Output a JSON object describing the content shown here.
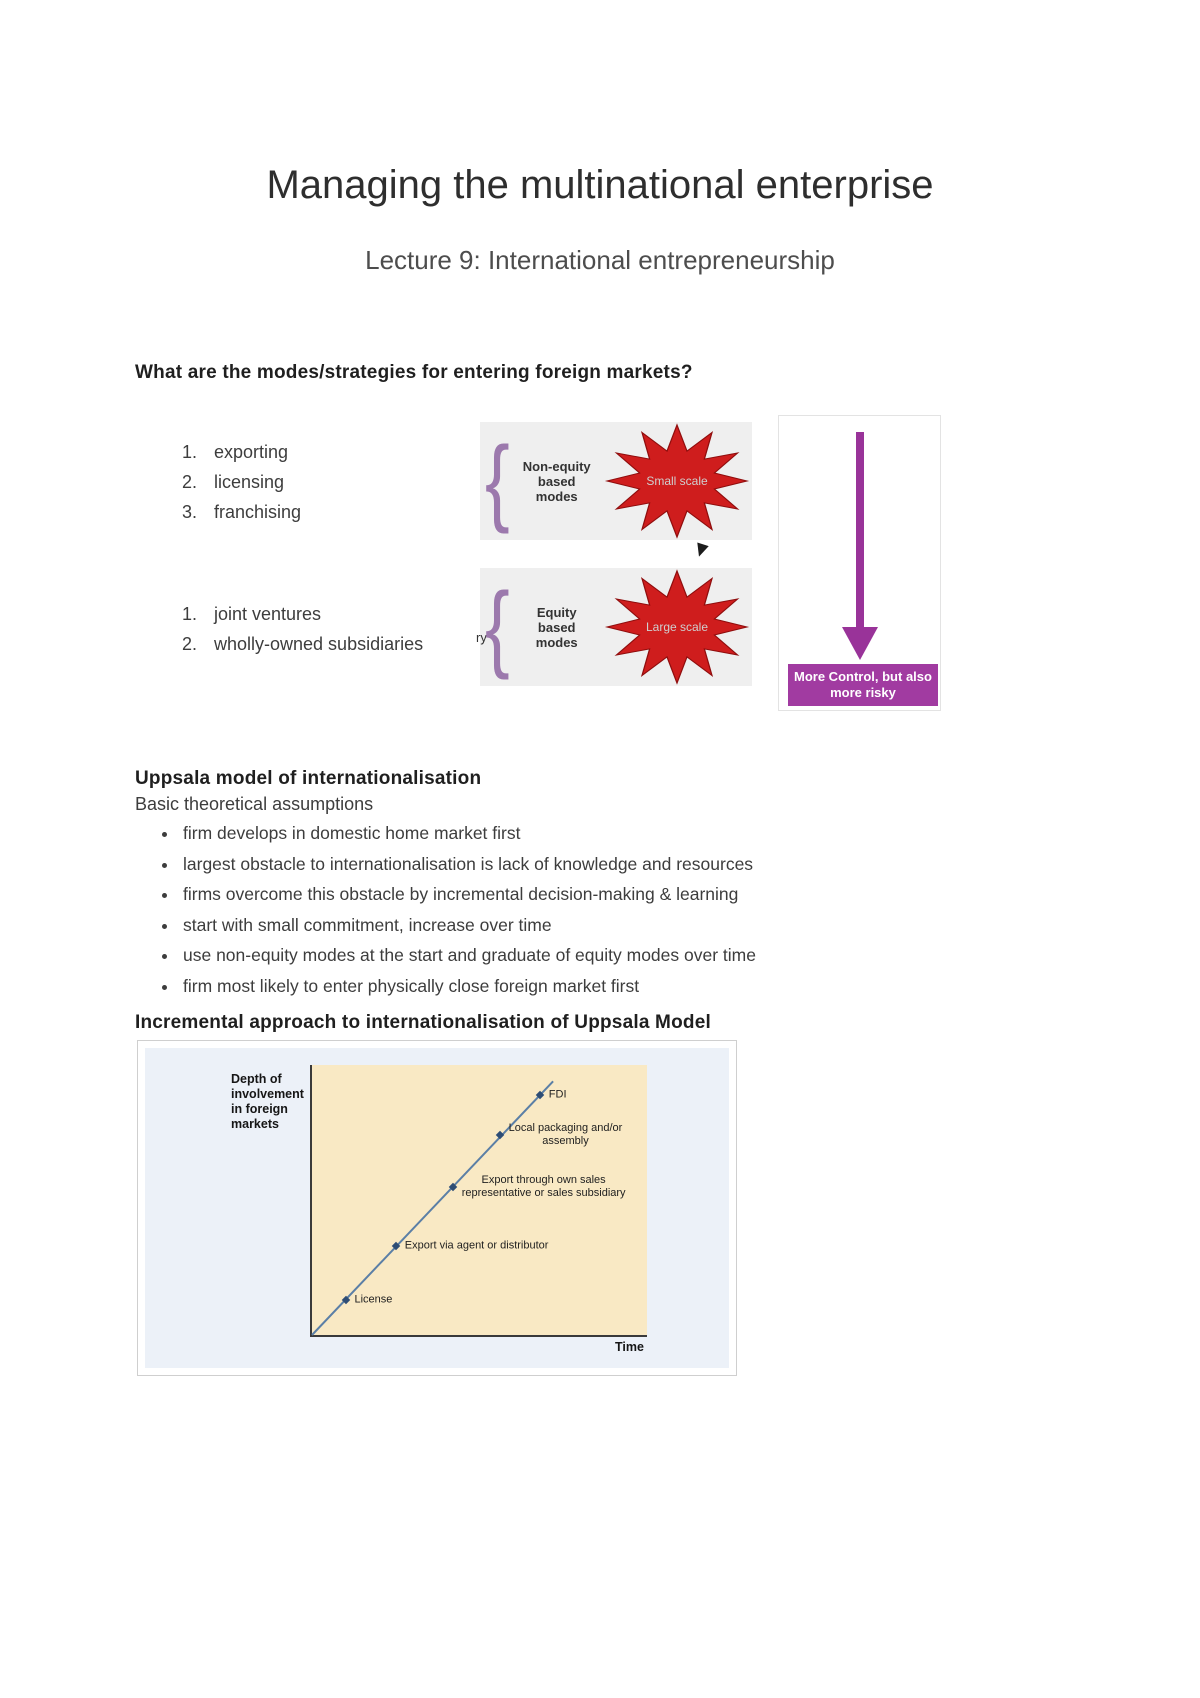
{
  "page": {
    "title": "Managing the multinational enterprise",
    "subtitle": "Lecture 9: International entrepreneurship"
  },
  "modes_section": {
    "heading": "What are the modes/strategies for entering foreign markets?",
    "non_equity_items": [
      "exporting",
      "licensing",
      "franchising"
    ],
    "equity_items": [
      "joint ventures",
      "wholly-owned subsidiaries"
    ],
    "figure": {
      "brace_glyph": "{",
      "non_equity_brace_label": "Non-equity\nbased\nmodes",
      "non_equity_burst": "Small scale",
      "equity_brace_label": "Equity\nbased\nmodes",
      "equity_burst": "Large scale",
      "cropped_fragment": "ry",
      "arrow_caption": "More Control, but also more risky",
      "colors": {
        "burst_fill": "#cf1d1d",
        "burst_stroke": "#8f0d0d",
        "arrow": "#993399",
        "caption_bg": "#a13ba1"
      }
    }
  },
  "uppsala_section": {
    "heading": "Uppsala model of internationalisation",
    "subheading": "Basic theoretical assumptions",
    "bullets": [
      "firm develops in domestic home market first",
      "largest obstacle to internationalisation is lack of knowledge and resources",
      "firms overcome this obstacle by incremental decision-making & learning",
      "start with small commitment, increase over time",
      "use non-equity modes at the start and graduate of equity modes over time",
      "firm most likely to enter physically close foreign market first"
    ]
  },
  "incremental_section": {
    "heading": "Incremental approach to internationalisation of Uppsala Model",
    "chart_data": {
      "type": "line",
      "ylabel": "Depth of\ninvolvement\nin foreign\nmarkets",
      "xlabel": "Time",
      "line_color": "#5b7fa6",
      "points": [
        {
          "label": "License",
          "fx": 0.1,
          "fy": 0.13
        },
        {
          "label": "Export via agent or distributor",
          "fx": 0.25,
          "fy": 0.33
        },
        {
          "label": "Export through own sales\nrepresentative or sales subsidiary",
          "fx": 0.42,
          "fy": 0.55
        },
        {
          "label": "Local packaging and/or\nassembly",
          "fx": 0.56,
          "fy": 0.74
        },
        {
          "label": "FDI",
          "fx": 0.68,
          "fy": 0.89
        }
      ]
    }
  }
}
